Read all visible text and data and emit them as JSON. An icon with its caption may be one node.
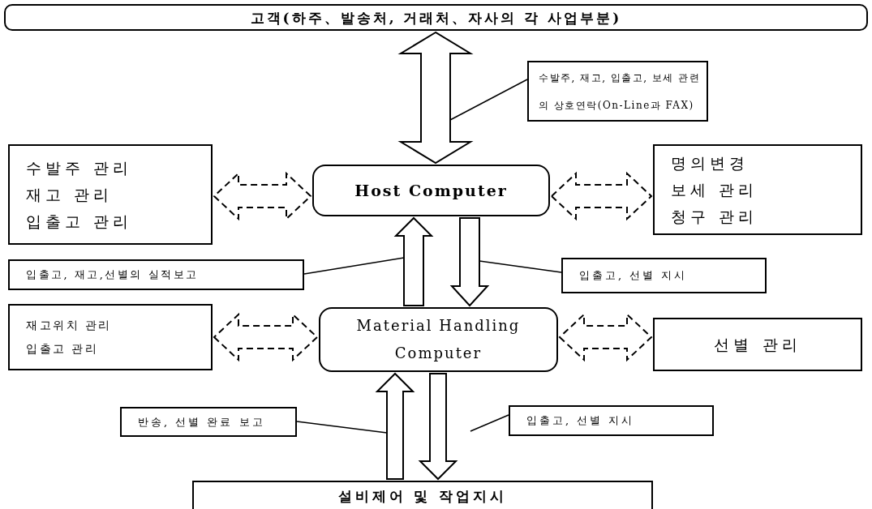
{
  "diagram": {
    "nodes": [
      {
        "text": [
          "고객(하주、발송처, 거래처、자사의 각 사업부분)"
        ]
      },
      {
        "text": [
          "수발주, 재고, 입출고, 보세 관련 의 상호연락(On-Line과 FAX)"
        ]
      },
      {
        "text": [
          "수발주 관리",
          "재고 관리",
          "입출고 관리"
        ]
      },
      {
        "text": [
          "Host Computer"
        ]
      },
      {
        "text": [
          "명의변경",
          "보세 관리",
          "청구 관리"
        ]
      },
      {
        "text": [
          "입출고, 재고,선별의 실적보고"
        ]
      },
      {
        "text": [
          "입출고, 선별 지시"
        ]
      },
      {
        "text": [
          "재고위치 관리",
          "입출고 관리"
        ]
      },
      {
        "text": [
          "Material Handling Computer"
        ]
      },
      {
        "text": [
          "선별 관리"
        ]
      },
      {
        "text": [
          "반송, 선별 완료 보고"
        ]
      },
      {
        "text": [
          "입출고, 선별 지시"
        ]
      },
      {
        "text": [
          "설비제어 및 작업지시"
        ]
      }
    ],
    "edges": [
      {
        "from": 0,
        "to": 3,
        "arrow": "both"
      },
      {
        "from": 2,
        "to": 3,
        "arrow": "both",
        "style": "dashed"
      },
      {
        "from": 3,
        "to": 4,
        "arrow": "both",
        "style": "dashed"
      },
      {
        "from": 8,
        "to": 3,
        "arrow": "to"
      },
      {
        "from": 3,
        "to": 8,
        "arrow": "to"
      },
      {
        "from": 7,
        "to": 8,
        "arrow": "both",
        "style": "dashed"
      },
      {
        "from": 8,
        "to": 9,
        "arrow": "both",
        "style": "dashed"
      },
      {
        "from": 12,
        "to": 8,
        "arrow": "to"
      },
      {
        "from": 8,
        "to": 12,
        "arrow": "to"
      },
      {
        "from": 1,
        "to": null,
        "arrow": "none"
      },
      {
        "from": 5,
        "to": null,
        "arrow": "none"
      },
      {
        "from": 6,
        "to": null,
        "arrow": "none"
      },
      {
        "from": 10,
        "to": null,
        "arrow": "none"
      },
      {
        "from": 11,
        "to": null,
        "arrow": "none"
      }
    ]
  }
}
